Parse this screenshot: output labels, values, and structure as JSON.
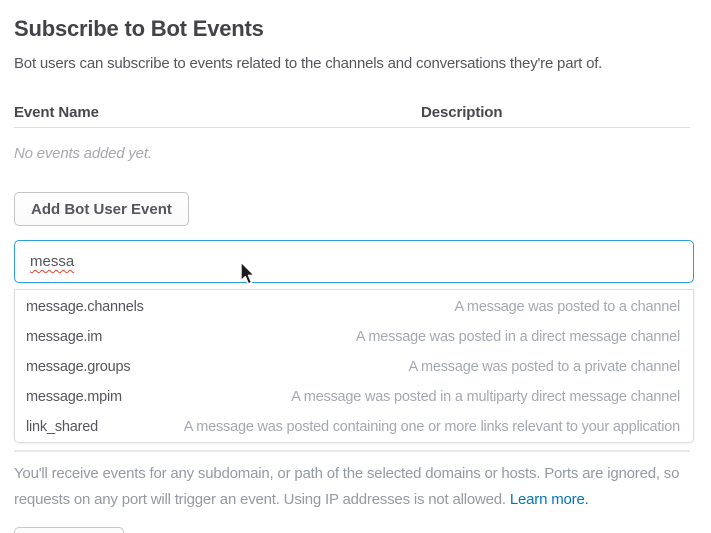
{
  "page": {
    "title": "Subscribe to Bot Events",
    "subtitle": "Bot users can subscribe to events related to the channels and conversations they're part of."
  },
  "table": {
    "columns": {
      "event_name": "Event Name",
      "description": "Description"
    },
    "empty_text": "No events added yet."
  },
  "toolbar": {
    "add_button_label": "Add Bot User Event"
  },
  "search": {
    "value": "messa"
  },
  "dropdown": {
    "items": [
      {
        "name": "message.channels",
        "description": "A message was posted to a channel"
      },
      {
        "name": "message.im",
        "description": "A message was posted in a direct message channel"
      },
      {
        "name": "message.groups",
        "description": "A message was posted to a private channel"
      },
      {
        "name": "message.mpim",
        "description": "A message was posted in a multiparty direct message channel"
      },
      {
        "name": "link_shared",
        "description": "A message was posted containing one or more links relevant to your application"
      }
    ]
  },
  "footer": {
    "line1": "You'll receive events for any subdomain, or path of the selected domains or hosts. Ports are ignored, so",
    "line2": "requests on any port will trigger an event. Using IP addresses is not allowed. ",
    "link_label": "Learn more."
  },
  "icons": {
    "cursor": "arrow-pointer-icon"
  },
  "colors": {
    "accent_focus_blue": "#2d9ee0",
    "link_blue": "#0576b9",
    "heading_gray": "#434247",
    "body_gray": "#55565b",
    "muted_gray": "#9499a3",
    "spellcheck_red": "#e0442f"
  }
}
